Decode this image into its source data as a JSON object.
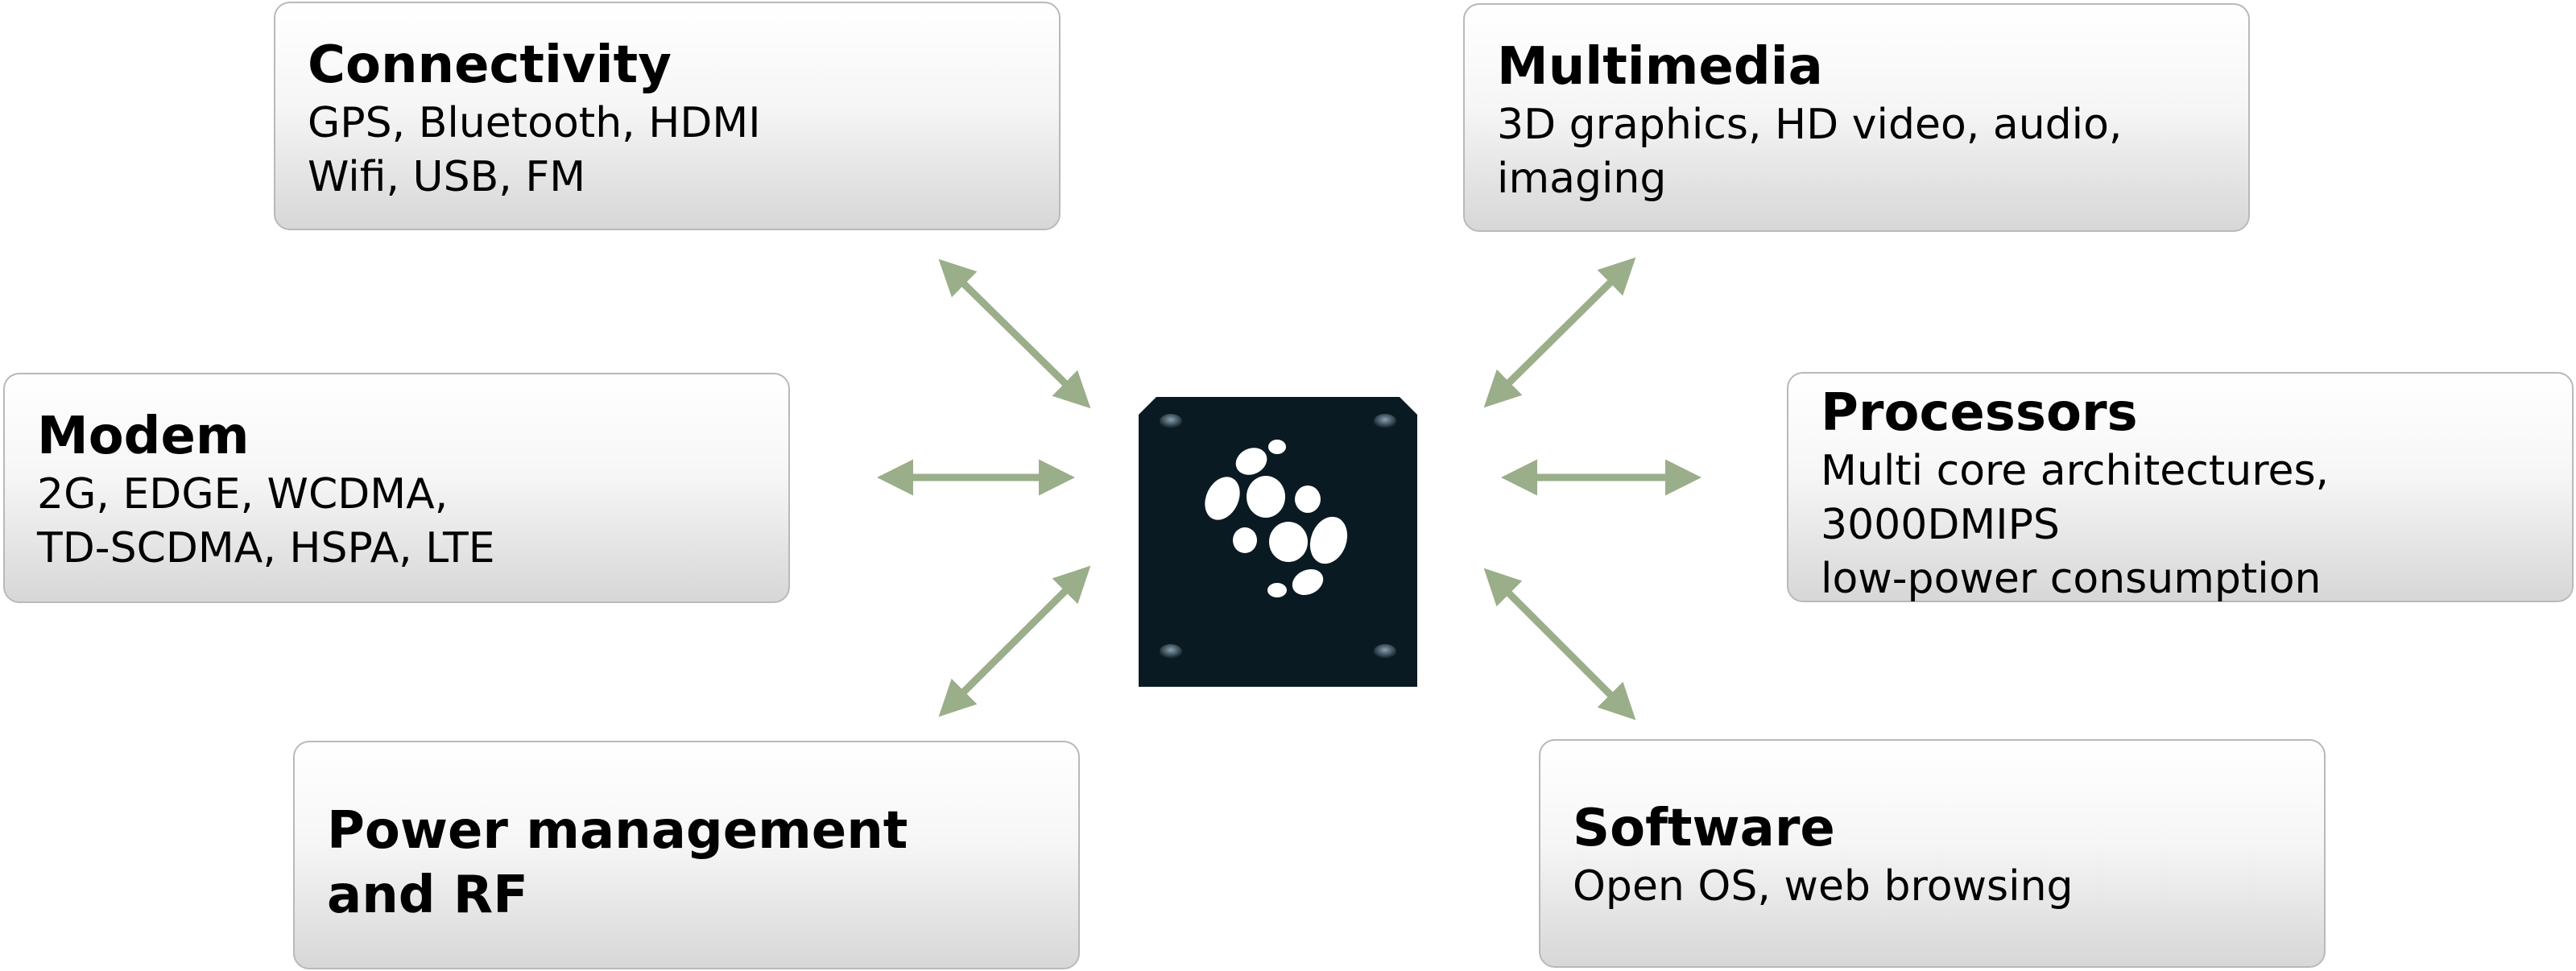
{
  "boxes": {
    "connectivity": {
      "title": "Connectivity",
      "lines": [
        "GPS, Bluetooth, HDMI",
        "Wifi, USB, FM"
      ]
    },
    "multimedia": {
      "title": "Multimedia",
      "lines": [
        "3D graphics, HD video, audio,",
        "imaging"
      ]
    },
    "modem": {
      "title": "Modem",
      "lines": [
        "2G, EDGE, WCDMA,",
        "TD-SCDMA, HSPA, LTE"
      ]
    },
    "processors": {
      "title": "Processors",
      "lines": [
        "Multi core architectures,",
        "3000DMIPS",
        "low-power consumption"
      ]
    },
    "power": {
      "title_lines": [
        "Power management",
        "and RF"
      ]
    },
    "software": {
      "title": "Software",
      "lines": [
        "Open OS, web browsing"
      ]
    }
  },
  "colors": {
    "arrow": "#9aae8a",
    "chip": "#0a1a22",
    "chip_dots": "#ffffff"
  },
  "icons": {
    "center": "chip-logo-icon",
    "arrows": "double-headed-arrow-icon"
  }
}
